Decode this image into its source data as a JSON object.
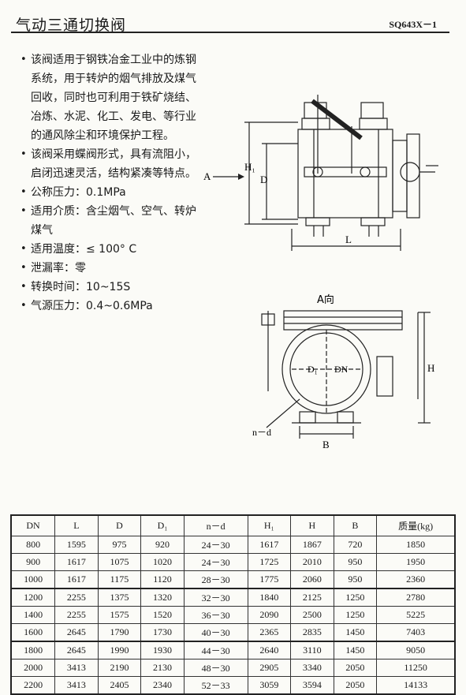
{
  "header": {
    "title": "气动三通切换阀",
    "code": "SQ643X－1"
  },
  "features": [
    "该阀适用于钢铁冶金工业中的炼钢系统，用于转炉的烟气排放及煤气回收，同时也可利用于铁矿烧结、冶炼、水泥、化工、发电、等行业的通风除尘和环境保护工程。",
    "该阀采用蝶阀形式，具有流阻小，启闭迅速灵活，结构紧凑等特点。",
    "公称压力：0.1MPa",
    "适用介质：含尘烟气、空气、转炉煤气",
    "适用温度：≤ 100° C",
    "泄漏率：零",
    "转换时间：10~15S",
    "气源压力：0.4~0.6MPa"
  ],
  "diagram_front": {
    "arrow_label": "A",
    "dim_h1": "H₁",
    "dim_d": "D",
    "dim_l": "L"
  },
  "diagram_side": {
    "view_label": "A向",
    "dim_d1": "D₁",
    "dim_dn": "DN",
    "dim_nd": "n－d",
    "dim_h": "H",
    "dim_b": "B"
  },
  "spec_table": {
    "headers": [
      "DN",
      "L",
      "D",
      "D₁",
      "n－d",
      "H₁",
      "H",
      "B",
      "质量(kg)"
    ],
    "rows": [
      [
        "800",
        "1595",
        "975",
        "920",
        "24－30",
        "1617",
        "1867",
        "720",
        "1850"
      ],
      [
        "900",
        "1617",
        "1075",
        "1020",
        "24－30",
        "1725",
        "2010",
        "950",
        "1950"
      ],
      [
        "1000",
        "1617",
        "1175",
        "1120",
        "28－30",
        "1775",
        "2060",
        "950",
        "2360"
      ],
      [
        "1200",
        "2255",
        "1375",
        "1320",
        "32－30",
        "1840",
        "2125",
        "1250",
        "2780"
      ],
      [
        "1400",
        "2255",
        "1575",
        "1520",
        "36－30",
        "2090",
        "2500",
        "1250",
        "5225"
      ],
      [
        "1600",
        "2645",
        "1790",
        "1730",
        "40－30",
        "2365",
        "2835",
        "1450",
        "7403"
      ],
      [
        "1800",
        "2645",
        "1990",
        "1930",
        "44－30",
        "2640",
        "3110",
        "1450",
        "9050"
      ],
      [
        "2000",
        "3413",
        "2190",
        "2130",
        "48－30",
        "2905",
        "3340",
        "2050",
        "11250"
      ],
      [
        "2200",
        "3413",
        "2405",
        "2340",
        "52－33",
        "3059",
        "3594",
        "2050",
        "14133"
      ]
    ]
  }
}
